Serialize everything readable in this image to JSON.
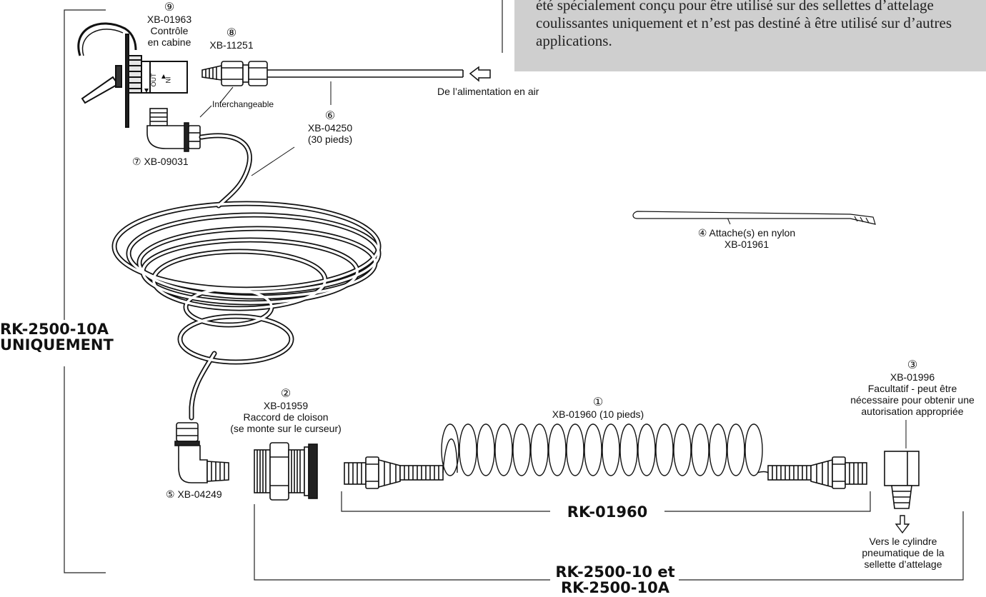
{
  "note": {
    "text": "été spécialement conçu pour être utilisé sur des sellettes d’attelage coulissantes uniquement et n’est pas destiné à être utilisé sur d’autres applications."
  },
  "labels": {
    "p9": {
      "num": "⑨",
      "code": "XB-01963",
      "desc1": "Contrôle",
      "desc2": "en cabine"
    },
    "p8": {
      "num": "⑧",
      "code": "XB-11251"
    },
    "air": "De l’alimentation en air",
    "interchangeable": "Interchangeable",
    "p6": {
      "num": "⑥",
      "code": "XB-04250",
      "desc": "(30 pieds)"
    },
    "p7": "⑦ XB-09031",
    "p4": {
      "line1": "④ Attache(s) en nylon",
      "line2": "XB-01961"
    },
    "p2": {
      "num": "②",
      "code": "XB-01959",
      "desc1": "Raccord de cloison",
      "desc2": "(se monte sur le curseur)"
    },
    "p1": {
      "num": "①",
      "code": "XB-01960 (10 pieds)"
    },
    "p3": {
      "num": "③",
      "code": "XB-01996",
      "desc1": "Facultatif - peut être",
      "desc2": "nécessaire pour obtenir une",
      "desc3": "autorisation appropriée"
    },
    "p5": "⑤ XB-04249",
    "cyl": {
      "l1": "Vers le cylindre",
      "l2": "pneumatique de la",
      "l3": "sellette d’attelage"
    },
    "valve_in": "IN",
    "valve_out": "OUT"
  },
  "kits": {
    "rk2500_10a_only": {
      "line1": "RK-2500-10A",
      "line2": "UNIQUEMENT"
    },
    "rk01960": "RK-01960",
    "rk2500_both": {
      "line1": "RK-2500-10 et",
      "line2": "RK-2500-10A"
    }
  }
}
